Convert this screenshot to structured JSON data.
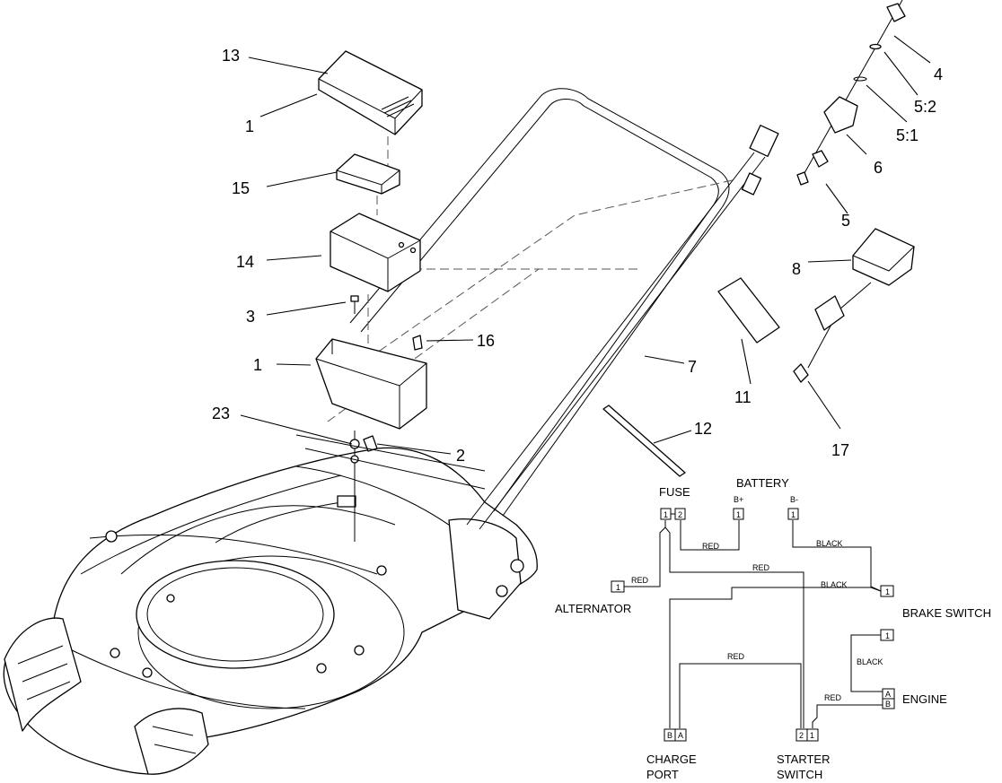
{
  "callouts": {
    "c13": "13",
    "c1a": "1",
    "c15": "15",
    "c14": "14",
    "c3": "3",
    "c16": "16",
    "c1b": "1",
    "c23": "23",
    "c2": "2",
    "c7": "7",
    "c11": "11",
    "c12": "12",
    "c4": "4",
    "c52": "5:2",
    "c51": "5:1",
    "c6": "6",
    "c5": "5",
    "c8": "8",
    "c17": "17"
  },
  "wiring": {
    "battery": "BATTERY",
    "fuse": "FUSE",
    "b_plus": "B+",
    "b_minus": "B-",
    "alternator": "ALTERNATOR",
    "brake_switch": "BRAKE SWITCH",
    "engine": "ENGINE",
    "charge_port_1": "CHARGE",
    "charge_port_2": "PORT",
    "starter_switch_1": "STARTER",
    "starter_switch_2": "SWITCH",
    "red": "RED",
    "black": "BLACK",
    "pins": {
      "fuse_1": "1",
      "fuse_2": "2",
      "bplus_1": "1",
      "bminus_1": "1",
      "alt_1": "1",
      "brake_1": "1",
      "eng_1": "1",
      "eng_a": "A",
      "eng_b": "B",
      "cp_b": "B",
      "cp_a": "A",
      "ss_2": "2",
      "ss_1": "1"
    }
  }
}
